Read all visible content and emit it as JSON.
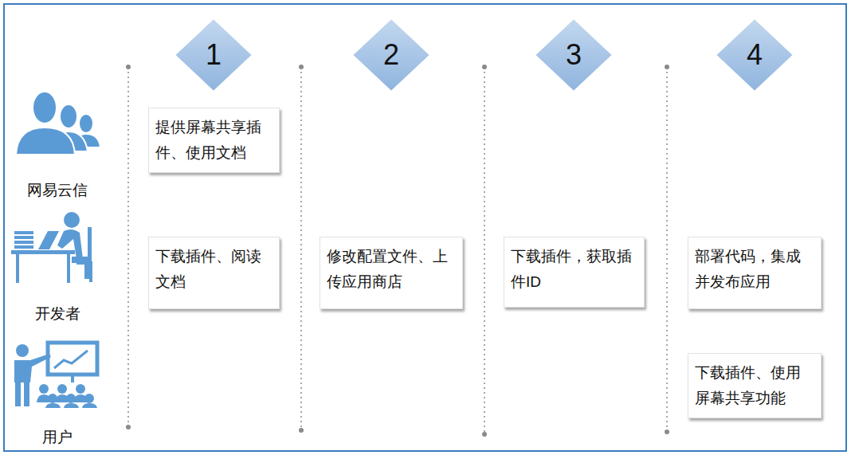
{
  "diagram": {
    "nodes": [
      {
        "text": [
          "1"
        ]
      },
      {
        "text": [
          "2"
        ]
      },
      {
        "text": [
          "3"
        ]
      },
      {
        "text": [
          "4"
        ]
      },
      {
        "text": [
          "提供屏幕共享插件、使用文档"
        ]
      },
      {
        "text": [
          "下载插件、阅读文档"
        ]
      },
      {
        "text": [
          "修改配置文件、上传应用商店"
        ]
      },
      {
        "text": [
          "下载插件，获取插件ID"
        ]
      },
      {
        "text": [
          "部署代码，集成并发布应用"
        ]
      },
      {
        "text": [
          "下载插件、使用屏幕共享功能"
        ]
      }
    ],
    "labels": [
      "网易云信",
      "开发者",
      "用户"
    ]
  }
}
